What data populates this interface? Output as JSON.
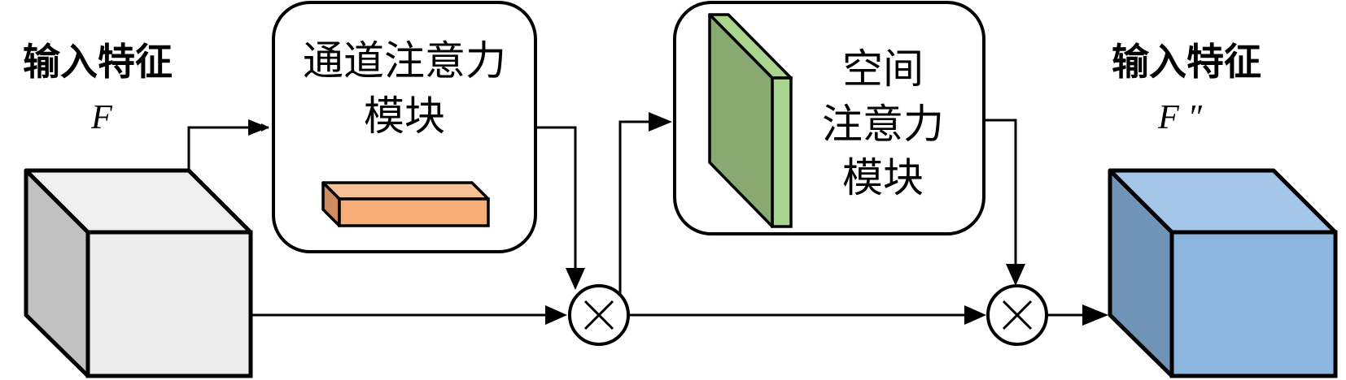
{
  "diagram": {
    "title": "CBAM attention pipeline",
    "input": {
      "label": "输入特征",
      "symbol": "F",
      "color_front": "#ececec",
      "color_top": "#f0f0f0",
      "color_side": "#c0c0c0"
    },
    "channel_module": {
      "label_line1": "通道注意力",
      "label_line2": "模块",
      "bar_front": "#f7ad78",
      "bar_top": "#f8c095",
      "bar_side": "#d08b5f"
    },
    "spatial_module": {
      "label_line1": "空间",
      "label_line2": "注意力",
      "label_line3": "模块",
      "plate_front": "#88aa72",
      "plate_side": "#a8d48e"
    },
    "output": {
      "label": "输入特征",
      "symbol": "F ″",
      "color_front": "#8bb6e0",
      "color_top": "#a3c5e7",
      "color_side": "#7094b8"
    },
    "operators": [
      {
        "symbol": "multiply"
      },
      {
        "symbol": "multiply"
      }
    ]
  }
}
